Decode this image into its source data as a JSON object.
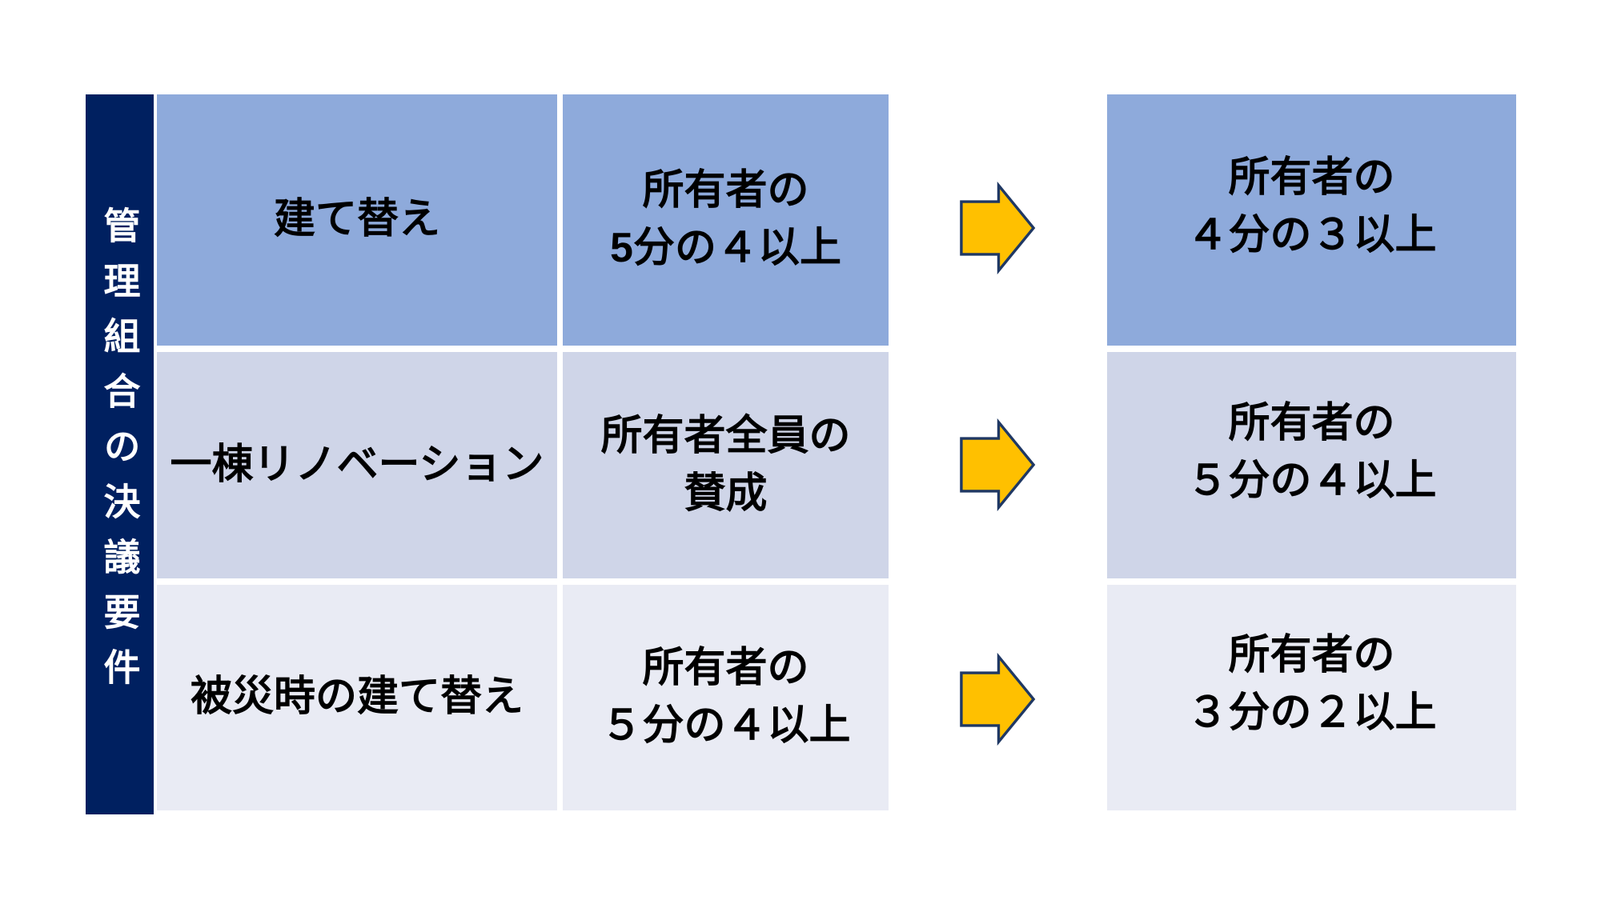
{
  "colors": {
    "navy": "#002060",
    "bar_text": "#FFFFFF",
    "row1_bg": "#8EAADB",
    "row2_bg": "#CFD5E8",
    "row3_bg": "#E9EBF4",
    "arrow_fill": "#FFC000",
    "arrow_stroke": "#1F3864",
    "text": "#000000"
  },
  "sidebar": {
    "label": "管理組合の決議要件"
  },
  "icons": {
    "arrow": "right-block-arrow"
  },
  "table": {
    "rows": [
      {
        "item": "建て替え",
        "requirement": "所有者の\n5分の４以上",
        "new_requirement": "所有者の\n４分の３以上"
      },
      {
        "item": "一棟リノベーション",
        "requirement": "所有者全員の\n賛成",
        "new_requirement": "所有者の\n５分の４以上"
      },
      {
        "item": "被災時の建て替え",
        "requirement": "所有者の\n５分の４以上",
        "new_requirement": "所有者の\n３分の２以上"
      }
    ]
  }
}
